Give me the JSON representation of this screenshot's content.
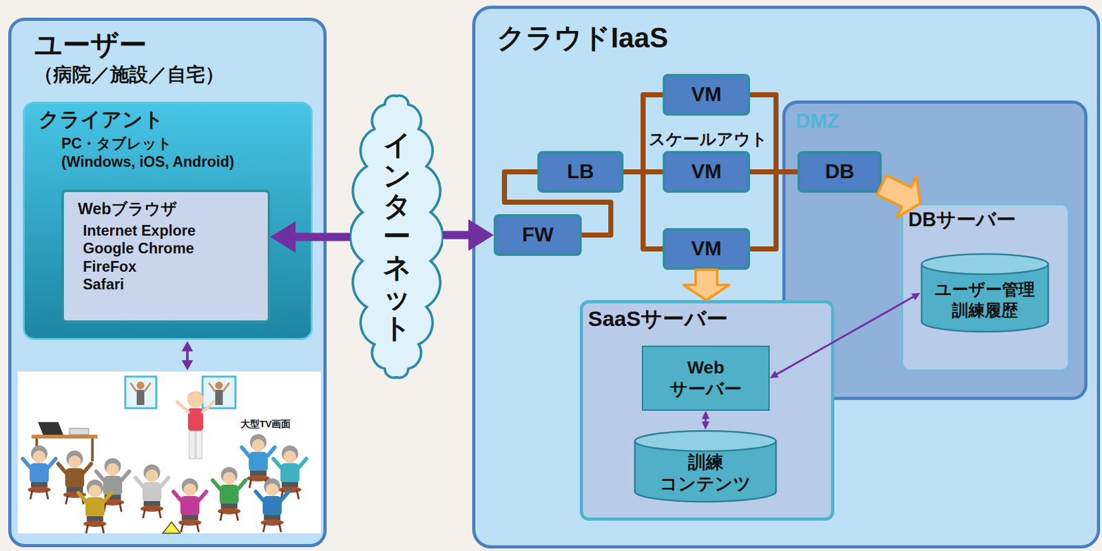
{
  "diagram": {
    "nodes": [
      {
        "text": [
          "ユーザー",
          "（病院／施設／自宅）"
        ]
      },
      {
        "text": [
          "クライアント",
          "PC・タブレット",
          "(Windows, iOS, Android)"
        ],
        "in": 0
      },
      {
        "text": [
          "Webブラウザ",
          "Internet Explore",
          "Google Chrome",
          "FireFox",
          "Safari"
        ],
        "in": 1
      },
      {
        "text": [
          "インターネット"
        ]
      },
      {
        "text": [
          "クラウドIaaS"
        ]
      },
      {
        "text": [
          "FW"
        ],
        "in": 4
      },
      {
        "text": [
          "LB"
        ],
        "in": 4
      },
      {
        "text": [
          "VM"
        ],
        "in": 4
      },
      {
        "text": [
          "VM"
        ],
        "in": 4
      },
      {
        "text": [
          "VM"
        ],
        "in": 4
      },
      {
        "text": [
          "DMZ"
        ],
        "in": 4
      },
      {
        "text": [
          "DB"
        ],
        "in": 10
      },
      {
        "text": [
          "DBサーバー"
        ],
        "in": 10
      },
      {
        "text": [
          "ユーザー管理 訓練履歴"
        ],
        "in": 12
      },
      {
        "text": [
          "SaaSサーバー"
        ],
        "in": 4
      },
      {
        "text": [
          "Web サーバー"
        ],
        "in": 14
      },
      {
        "text": [
          "訓練 コンテンツ"
        ],
        "in": 14
      }
    ],
    "edges": [
      {
        "from": 3,
        "to": 2,
        "arrow": "to"
      },
      {
        "from": 3,
        "to": 5,
        "arrow": "to"
      },
      {
        "from": 5,
        "to": 6,
        "arrow": "none"
      },
      {
        "from": 6,
        "to": 7,
        "arrow": "none"
      },
      {
        "from": 6,
        "to": 8,
        "arrow": "none"
      },
      {
        "from": 6,
        "to": 9,
        "arrow": "none"
      },
      {
        "from": 7,
        "to": 11,
        "arrow": "none"
      },
      {
        "from": 8,
        "to": 11,
        "arrow": "none"
      },
      {
        "from": 9,
        "to": 11,
        "arrow": "none"
      },
      {
        "from": 9,
        "to": 14,
        "arrow": "to"
      },
      {
        "from": 11,
        "to": 12,
        "arrow": "to"
      },
      {
        "from": 15,
        "to": 13,
        "arrow": "both"
      },
      {
        "from": 15,
        "to": 16,
        "arrow": "both"
      }
    ],
    "labels": [
      "スケールアウト",
      "大型TV画面"
    ]
  }
}
